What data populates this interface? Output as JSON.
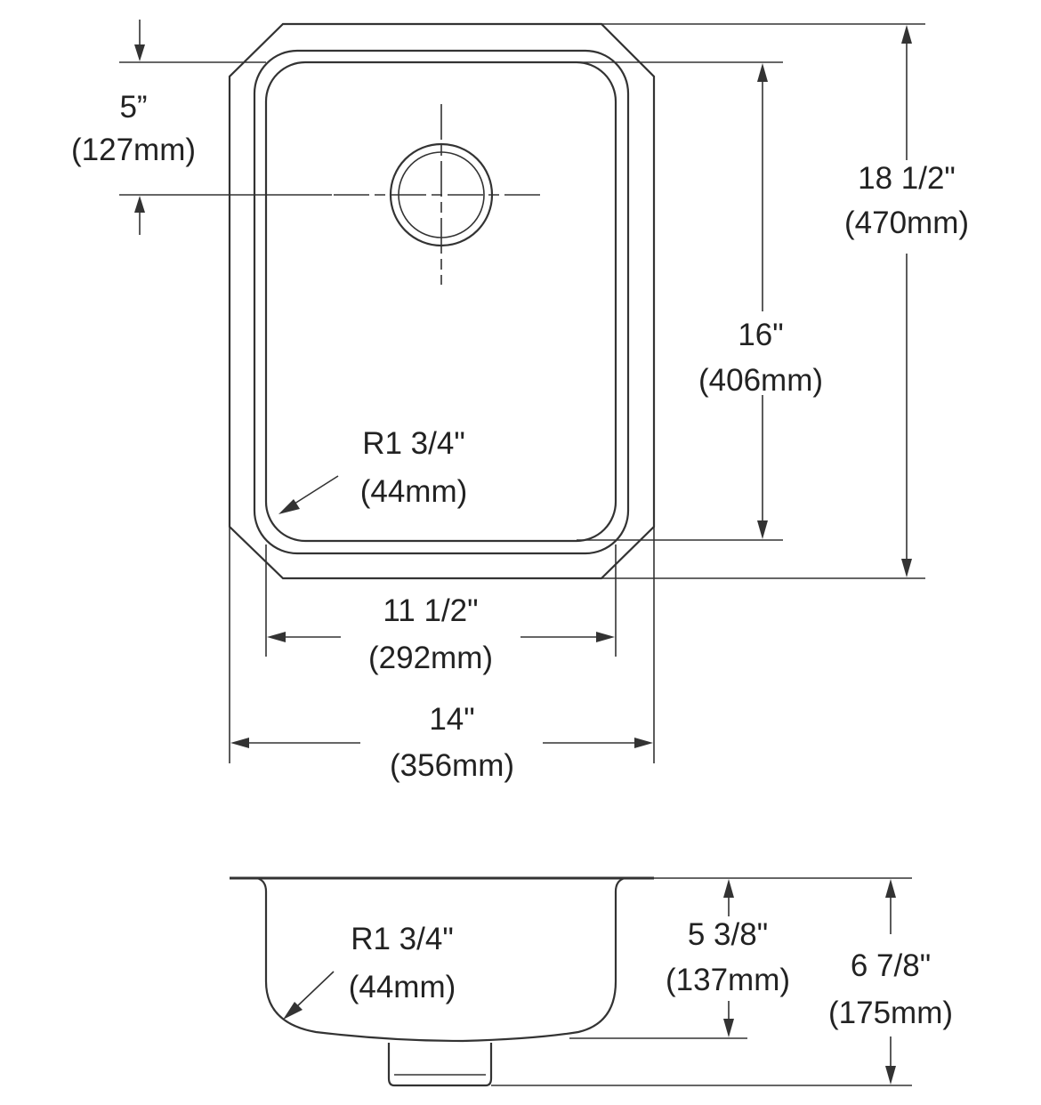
{
  "top_view": {
    "drain_offset": {
      "imperial": "5”",
      "metric": "(127mm)"
    },
    "overall_length": {
      "imperial": "18 1/2\"",
      "metric": "(470mm)"
    },
    "bowl_length": {
      "imperial": "16\"",
      "metric": "(406mm)"
    },
    "corner_radius": {
      "imperial": "R1 3/4\"",
      "metric": "(44mm)"
    },
    "bowl_width": {
      "imperial": "11 1/2\"",
      "metric": "(292mm)"
    },
    "overall_width": {
      "imperial": "14\"",
      "metric": "(356mm)"
    }
  },
  "side_view": {
    "corner_radius": {
      "imperial": "R1 3/4\"",
      "metric": "(44mm)"
    },
    "bowl_depth": {
      "imperial": "5 3/8\"",
      "metric": "(137mm)"
    },
    "overall_depth": {
      "imperial": "6 7/8\"",
      "metric": "(175mm)"
    }
  }
}
